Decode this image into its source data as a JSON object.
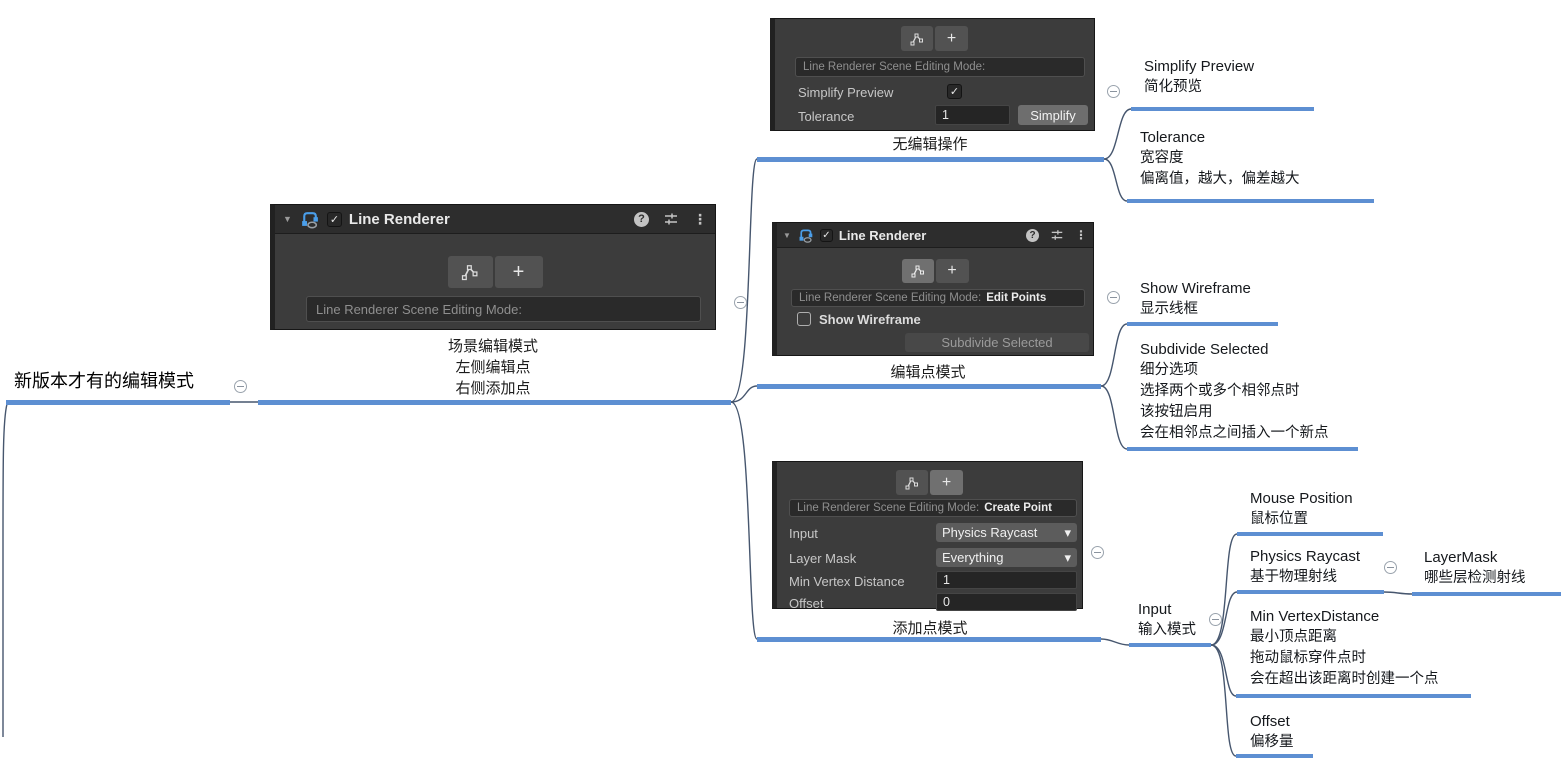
{
  "colors": {
    "branch_blue": "#5d8fd2",
    "connector": "#46566e",
    "panel_bg": "#3c3c3c",
    "header_bg": "#2d2d2d",
    "accent_icon_blue": "#4a9eea"
  },
  "icons": {
    "foldout": "▼",
    "help": "?",
    "kebab": "⋮",
    "plus": "+",
    "caret": "▾",
    "check": "✓"
  },
  "root": {
    "label": "新版本才有的编辑模式"
  },
  "inspector": {
    "title": "Line Renderer",
    "placeholder": "Line Renderer Scene Editing Mode:",
    "edit_mode_value": "Edit Points",
    "create_mode_value": "Create Point",
    "simplify_preview_label": "Simplify Preview",
    "tolerance_label": "Tolerance",
    "tolerance_value": "1",
    "simplify_button": "Simplify",
    "show_wireframe_label": "Show Wireframe",
    "subdivide_button": "Subdivide Selected",
    "create_rows": [
      {
        "label": "Input",
        "value": "Physics Raycast"
      },
      {
        "label": "Layer Mask",
        "value": "Everything"
      },
      {
        "label": "Min Vertex Distance",
        "value": "1"
      },
      {
        "label": "Offset",
        "value": "0"
      }
    ]
  },
  "captions": {
    "scene": {
      "lines": [
        "场景编辑模式",
        "左侧编辑点",
        "右侧添加点"
      ]
    },
    "none": {
      "label": "无编辑操作"
    },
    "edit": {
      "label": "编辑点模式"
    },
    "create": {
      "label": "添加点模式"
    }
  },
  "nodes": {
    "simplify_preview": {
      "lines": [
        "Simplify Preview",
        "简化预览"
      ]
    },
    "tolerance": {
      "lines": [
        "Tolerance",
        "宽容度",
        "偏离值，越大，偏差越大"
      ]
    },
    "show_wireframe": {
      "lines": [
        "Show Wireframe",
        "显示线框"
      ]
    },
    "subdivide": {
      "lines": [
        "Subdivide Selected",
        "细分选项",
        "选择两个或多个相邻点时",
        "该按钮启用",
        "会在相邻点之间插入一个新点"
      ]
    },
    "mouse_position": {
      "lines": [
        "Mouse Position",
        "鼠标位置"
      ]
    },
    "physics_raycast": {
      "lines": [
        "Physics Raycast",
        "基于物理射线"
      ]
    },
    "layermask": {
      "lines": [
        "LayerMask",
        "哪些层检测射线"
      ]
    },
    "input": {
      "lines": [
        "Input",
        "输入模式"
      ]
    },
    "min_vertex": {
      "lines": [
        "Min VertexDistance",
        "最小顶点距离",
        "拖动鼠标穿件点时",
        "会在超出该距离时创建一个点"
      ]
    },
    "offset": {
      "lines": [
        "Offset",
        "偏移量"
      ]
    }
  }
}
